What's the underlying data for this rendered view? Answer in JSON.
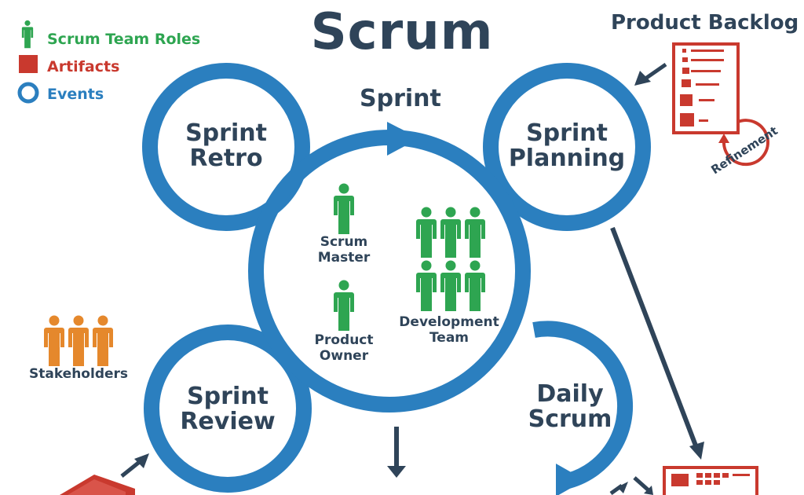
{
  "title": "Scrum",
  "legend": {
    "roles": "Scrum Team Roles",
    "artifacts": "Artifacts",
    "events": "Events"
  },
  "colors": {
    "blue": "#2b7fbf",
    "dark": "#2f4459",
    "green": "#2ea551",
    "red": "#c9392e",
    "orange": "#e5882c"
  },
  "sprint_label": "Sprint",
  "events": {
    "retro": [
      "Sprint",
      "Retro"
    ],
    "planning": [
      "Sprint",
      "Planning"
    ],
    "review": [
      "Sprint",
      "Review"
    ],
    "daily": [
      "Daily",
      "Scrum"
    ]
  },
  "roles": {
    "scrum_master": [
      "Scrum",
      "Master"
    ],
    "product_owner": [
      "Product",
      "Owner"
    ],
    "dev_team": [
      "Development",
      "Team"
    ]
  },
  "stakeholders": "Stakeholders",
  "product_backlog": "Product Backlog",
  "refinement": "Refinement"
}
